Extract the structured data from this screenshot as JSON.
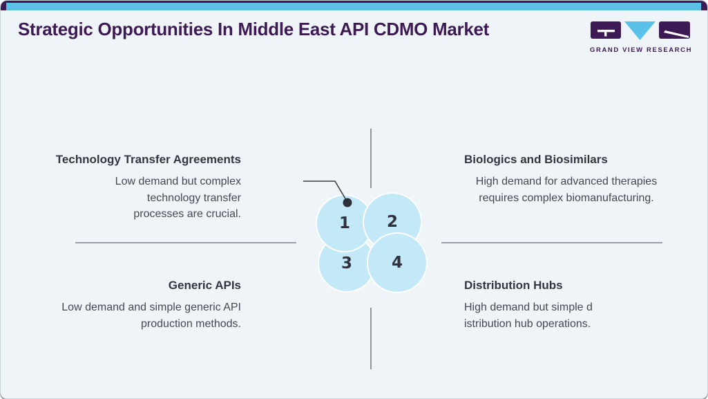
{
  "header": {
    "title": "Strategic Opportunities In Middle East API CDMO Market",
    "brand_name": "GRAND VIEW RESEARCH"
  },
  "colors": {
    "brand_purple": "#3d1a54",
    "accent_blue": "#5ac1e9",
    "bubble_fill": "#c3e8f8",
    "line_gray": "#9aa0a8",
    "background": "#eff4f9"
  },
  "diagram": {
    "items": [
      {
        "number": "1",
        "title": "Technology Transfer Agreements",
        "description": "Low demand but complex\ntechnology transfer\nprocesses are crucial."
      },
      {
        "number": "2",
        "title": "Biologics and Biosimilars",
        "description": "High demand for advanced therapies\nrequires complex biomanufacturing."
      },
      {
        "number": "3",
        "title": "Generic APIs",
        "description": "Low demand and simple generic API\nproduction methods."
      },
      {
        "number": "4",
        "title": "Distribution Hubs",
        "description": "High demand but simple d\nistribution hub operations."
      }
    ]
  }
}
